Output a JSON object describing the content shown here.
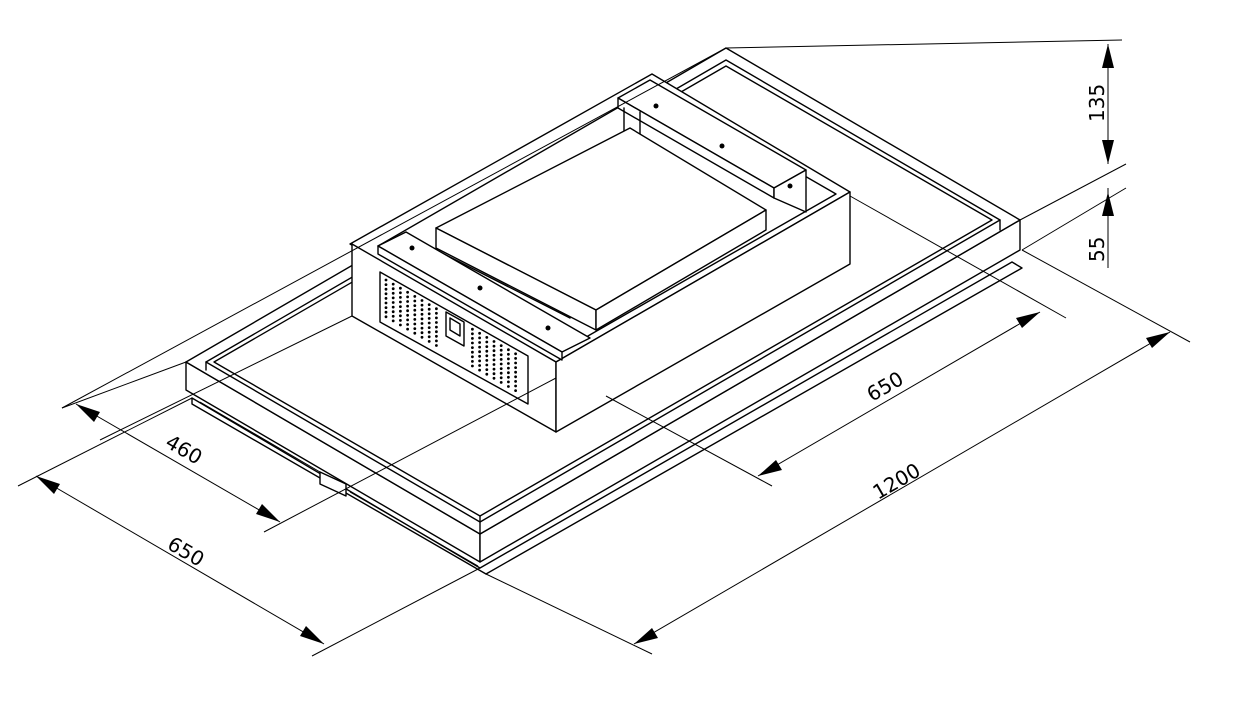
{
  "dimensions": {
    "width_front": "650",
    "inner_width": "460",
    "inner_length": "650",
    "length": "1200",
    "height_total": "135",
    "height_base": "55"
  }
}
